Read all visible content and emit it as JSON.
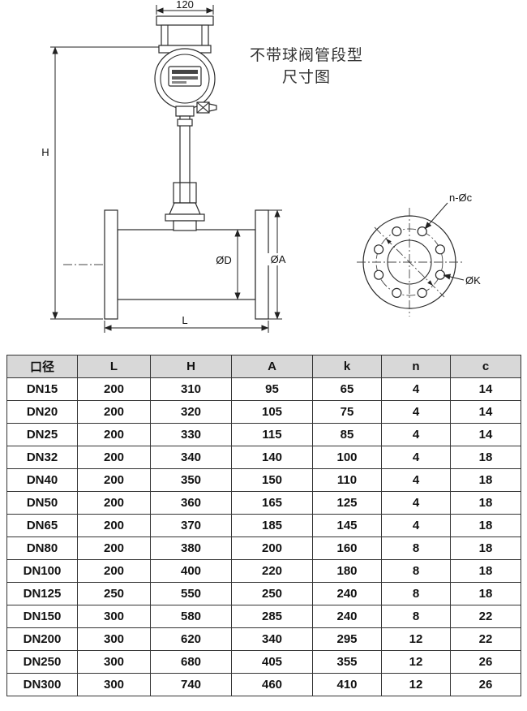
{
  "diagram": {
    "title_line1": "不带球阀管段型",
    "title_line2": "尺寸图",
    "dim_top": "120",
    "dim_height": "H",
    "dim_inner_diameter": "ØD",
    "dim_flange_diameter": "ØA",
    "dim_length": "L",
    "flange_bolt_label": "n-Øc",
    "flange_circle_label": "ØK"
  },
  "table": {
    "headers": [
      "口径",
      "L",
      "H",
      "A",
      "k",
      "n",
      "c"
    ],
    "rows": [
      [
        "DN15",
        "200",
        "310",
        "95",
        "65",
        "4",
        "14"
      ],
      [
        "DN20",
        "200",
        "320",
        "105",
        "75",
        "4",
        "14"
      ],
      [
        "DN25",
        "200",
        "330",
        "115",
        "85",
        "4",
        "14"
      ],
      [
        "DN32",
        "200",
        "340",
        "140",
        "100",
        "4",
        "18"
      ],
      [
        "DN40",
        "200",
        "350",
        "150",
        "110",
        "4",
        "18"
      ],
      [
        "DN50",
        "200",
        "360",
        "165",
        "125",
        "4",
        "18"
      ],
      [
        "DN65",
        "200",
        "370",
        "185",
        "145",
        "4",
        "18"
      ],
      [
        "DN80",
        "200",
        "380",
        "200",
        "160",
        "8",
        "18"
      ],
      [
        "DN100",
        "200",
        "400",
        "220",
        "180",
        "8",
        "18"
      ],
      [
        "DN125",
        "250",
        "550",
        "250",
        "240",
        "8",
        "18"
      ],
      [
        "DN150",
        "300",
        "580",
        "285",
        "240",
        "8",
        "22"
      ],
      [
        "DN200",
        "300",
        "620",
        "340",
        "295",
        "12",
        "22"
      ],
      [
        "DN250",
        "300",
        "680",
        "405",
        "355",
        "12",
        "26"
      ],
      [
        "DN300",
        "300",
        "740",
        "460",
        "410",
        "12",
        "26"
      ]
    ]
  }
}
